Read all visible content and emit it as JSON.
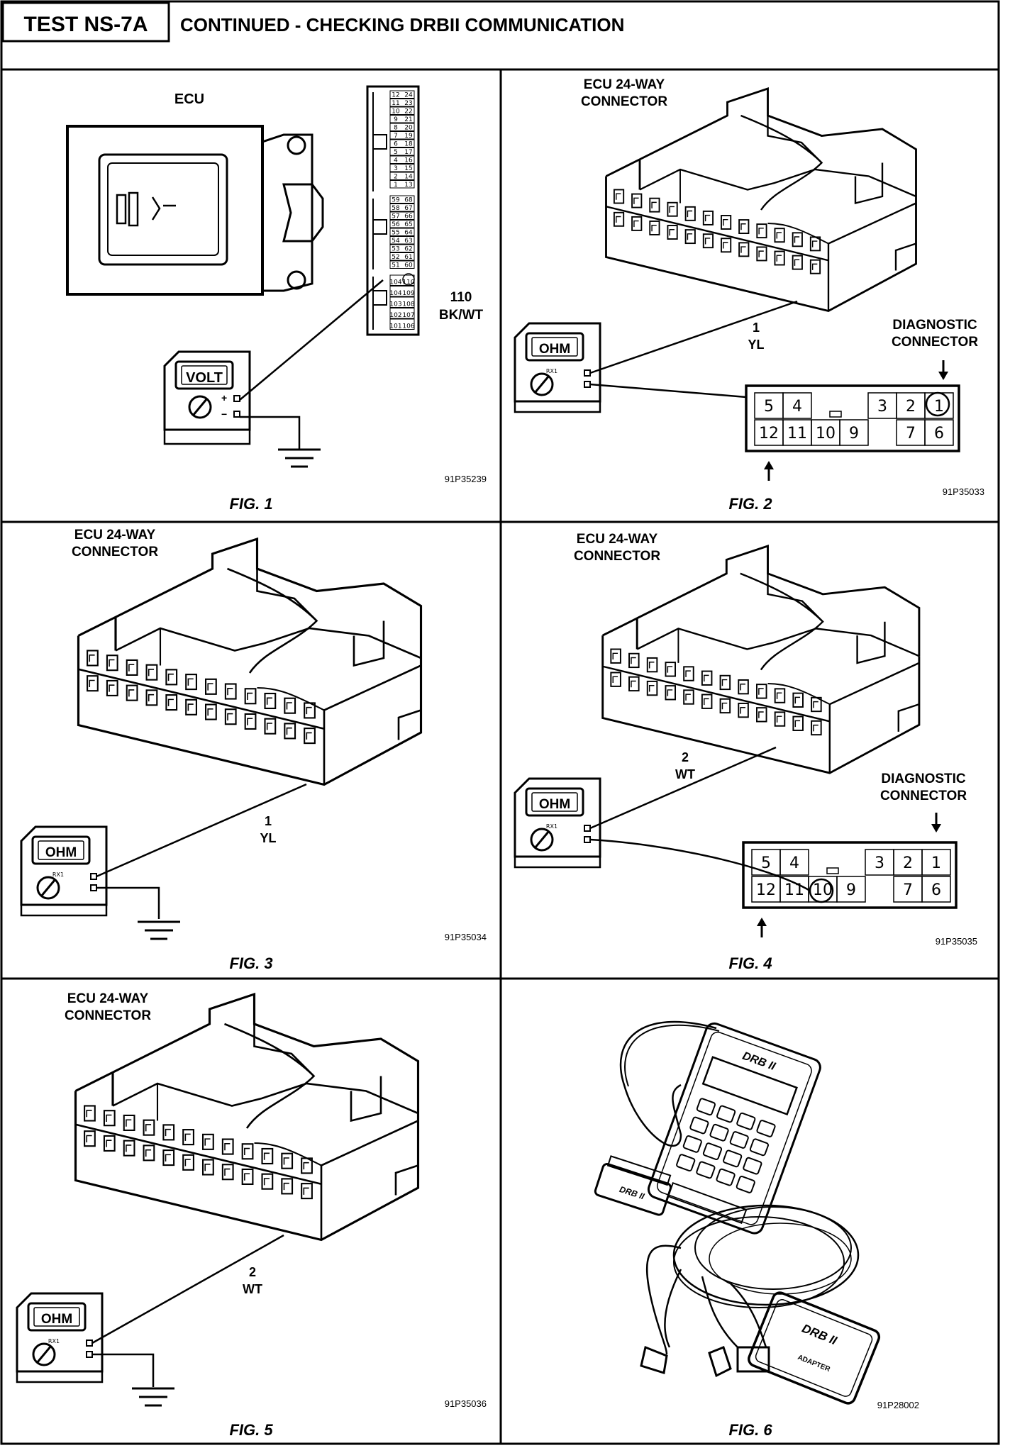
{
  "header": {
    "test_id": "TEST NS-7A",
    "title": "CONTINUED - CHECKING DRBII COMMUNICATION"
  },
  "fig1": {
    "caption": "FIG. 1",
    "code": "91P35239",
    "ecu_label": "ECU",
    "meter_label": "VOLT",
    "wire_num": "110",
    "wire_color": "BK/WT",
    "plus": "+",
    "minus": "−",
    "pin_pairs_top": [
      [
        "12",
        "24"
      ],
      [
        "11",
        "23"
      ],
      [
        "10",
        "22"
      ],
      [
        "9",
        "21"
      ],
      [
        "8",
        "20"
      ],
      [
        "7",
        "19"
      ],
      [
        "6",
        "18"
      ],
      [
        "5",
        "17"
      ],
      [
        "4",
        "16"
      ],
      [
        "3",
        "15"
      ],
      [
        "2",
        "14"
      ],
      [
        "1",
        "13"
      ]
    ],
    "pin_pairs_mid": [
      [
        "59",
        "68"
      ],
      [
        "58",
        "67"
      ],
      [
        "57",
        "66"
      ],
      [
        "56",
        "65"
      ],
      [
        "55",
        "64"
      ],
      [
        "54",
        "63"
      ],
      [
        "53",
        "62"
      ],
      [
        "52",
        "61"
      ],
      [
        "51",
        "60"
      ]
    ],
    "pin_pairs_bot": [
      [
        "104",
        "110"
      ],
      [
        "104",
        "109"
      ],
      [
        "103",
        "108"
      ],
      [
        "102",
        "107"
      ],
      [
        "101",
        "106"
      ]
    ]
  },
  "fig2": {
    "caption": "FIG. 2",
    "code": "91P35033",
    "connector_label_1": "ECU 24-WAY",
    "connector_label_2": "CONNECTOR",
    "wire_num": "1",
    "wire_color": "YL",
    "meter_label": "OHM",
    "diag_label_1": "DIAGNOSTIC",
    "diag_label_2": "CONNECTOR",
    "diag_top": [
      "5",
      "4",
      "3",
      "2",
      "1"
    ],
    "diag_bottom": [
      "12",
      "11",
      "10",
      "9",
      "7",
      "6"
    ]
  },
  "fig3": {
    "caption": "FIG. 3",
    "code": "91P35034",
    "connector_label_1": "ECU 24-WAY",
    "connector_label_2": "CONNECTOR",
    "wire_num": "1",
    "wire_color": "YL",
    "meter_label": "OHM"
  },
  "fig4": {
    "caption": "FIG. 4",
    "code": "91P35035",
    "connector_label_1": "ECU 24-WAY",
    "connector_label_2": "CONNECTOR",
    "wire_num": "2",
    "wire_color": "WT",
    "meter_label": "OHM",
    "diag_label_1": "DIAGNOSTIC",
    "diag_label_2": "CONNECTOR",
    "diag_top": [
      "5",
      "4",
      "3",
      "2",
      "1"
    ],
    "diag_bottom": [
      "12",
      "11",
      "10",
      "9",
      "7",
      "6"
    ]
  },
  "fig5": {
    "caption": "FIG. 5",
    "code": "91P35036",
    "connector_label_1": "ECU 24-WAY",
    "connector_label_2": "CONNECTOR",
    "wire_num": "2",
    "wire_color": "WT",
    "meter_label": "OHM"
  },
  "fig6": {
    "caption": "FIG. 6",
    "code": "91P28002",
    "tool_label": "DRB II",
    "adapter_label": "DRB II",
    "adapter_sub": "ADAPTER"
  }
}
